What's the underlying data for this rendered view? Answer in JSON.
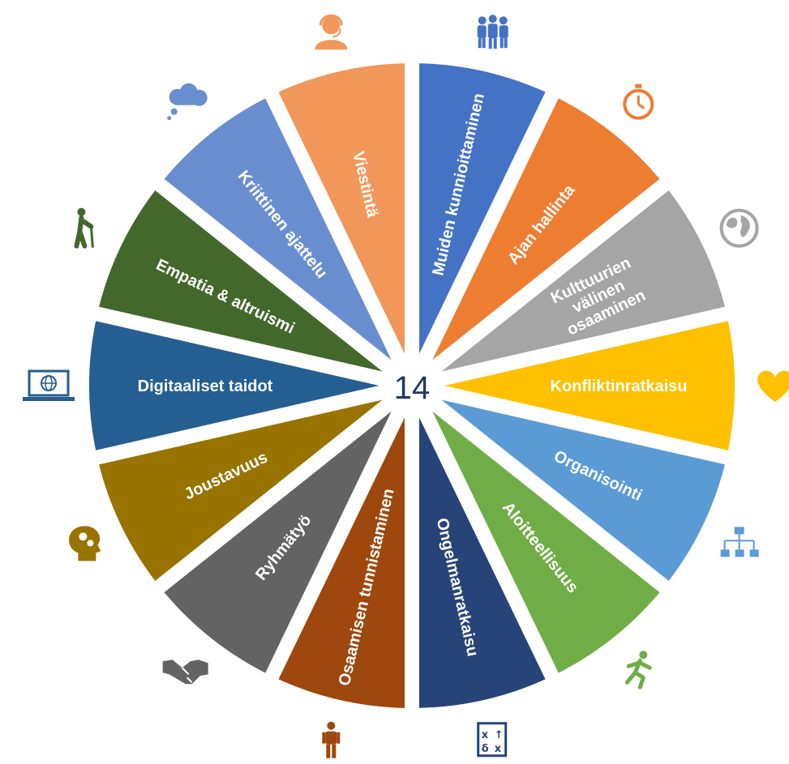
{
  "center_count": "14",
  "segments": [
    {
      "label": "Muiden kunnioittaminen",
      "lines": [
        "Muiden kunnioittaminen"
      ],
      "color": "#4472c4",
      "icon": "people-group-icon"
    },
    {
      "label": "Ajan hallinta",
      "lines": [
        "Ajan hallinta"
      ],
      "color": "#ed7d31",
      "icon": "stopwatch-icon"
    },
    {
      "label": "Kulttuurien välinen osaaminen",
      "lines": [
        "Kulttuurien",
        "välinen",
        "osaaminen"
      ],
      "color": "#a5a5a5",
      "icon": "globe-icon"
    },
    {
      "label": "Konfliktinratkaisu",
      "lines": [
        "Konfliktinratkaisu"
      ],
      "color": "#ffc000",
      "icon": "heart-icon"
    },
    {
      "label": "Organisointi",
      "lines": [
        "Organisointi"
      ],
      "color": "#5b9bd5",
      "icon": "org-chart-icon"
    },
    {
      "label": "Aloitteellisuus",
      "lines": [
        "Aloitteellisuus"
      ],
      "color": "#70ad47",
      "icon": "runner-icon"
    },
    {
      "label": "Ongelmanratkaisu",
      "lines": [
        "Ongelmanratkaisu"
      ],
      "color": "#264478",
      "icon": "strategy-board-icon"
    },
    {
      "label": "Osaamisen tunnistaminen",
      "lines": [
        "Osaamisen tunnistaminen"
      ],
      "color": "#9e480e",
      "icon": "person-icon"
    },
    {
      "label": "Ryhmätyö",
      "lines": [
        "Ryhmätyö"
      ],
      "color": "#636363",
      "icon": "handshake-icon"
    },
    {
      "label": "Joustavuus",
      "lines": [
        "Joustavuus"
      ],
      "color": "#997300",
      "icon": "head-gears-icon"
    },
    {
      "label": "Digitaaliset taidot",
      "lines": [
        "Digitaaliset taidot"
      ],
      "color": "#255e91",
      "icon": "laptop-globe-icon"
    },
    {
      "label": "Empatia & altruismi",
      "lines": [
        "Empatia & altruismi"
      ],
      "color": "#43682b",
      "icon": "elderly-person-icon"
    },
    {
      "label": "Kriittinen ajattelu",
      "lines": [
        "Kriittinen ajattelu"
      ],
      "color": "#698ed0",
      "icon": "thought-cloud-icon"
    },
    {
      "label": "Viestintä",
      "lines": [
        "Viestintä"
      ],
      "color": "#f1975a",
      "icon": "headset-person-icon"
    }
  ]
}
